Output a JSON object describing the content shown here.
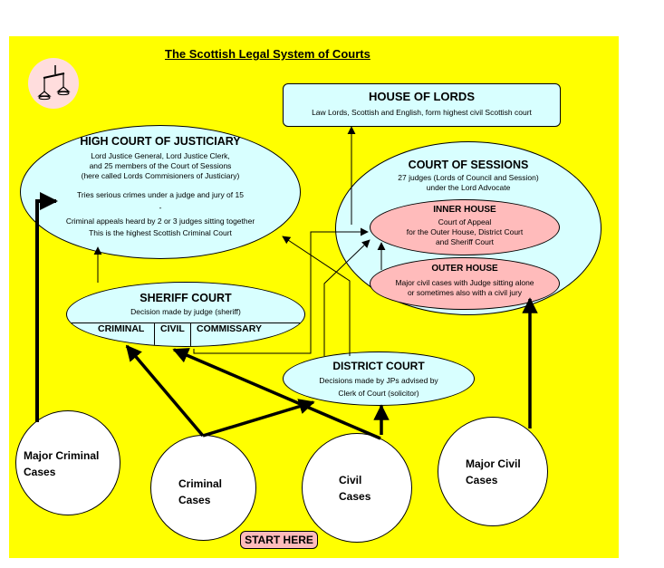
{
  "title": "The Scottish Legal System of Courts",
  "logo": {
    "icon": "scales-of-justice-icon"
  },
  "colors": {
    "background": "#ffff00",
    "court_fill": "#d8ffff",
    "house_fill": "#ffbbbb",
    "case_fill": "#ffffff",
    "logo_fill": "#ffdddd"
  },
  "house_of_lords": {
    "name": "HOUSE OF LORDS",
    "desc": "Law Lords, Scottish and English, form highest civil Scottish court"
  },
  "high_court": {
    "name": "HIGH COURT OF JUSTICIARY",
    "lines": [
      "Lord Justice General, Lord Justice Clerk,",
      "and 25 members of the Court of Sessions",
      "(here called Lords Commisioners of Justiciary)"
    ],
    "trial": "Tries serious crimes under a judge and jury of 15",
    "sep": "-",
    "appeals": [
      "Criminal appeals heard by 2 or 3 judges sitting together",
      "This is the highest Scottish Criminal Court"
    ]
  },
  "court_of_sessions": {
    "name": "COURT OF SESSIONS",
    "lines": [
      "27 judges (Lords of Council and Session)",
      "under the Lord Advocate"
    ],
    "inner_house": {
      "name": "INNER HOUSE",
      "lines": [
        "Court of Appeal",
        "for the Outer House, District Court",
        "and Sheriff Court"
      ]
    },
    "outer_house": {
      "name": "OUTER HOUSE",
      "lines": [
        "Major civil cases with Judge sitting alone",
        "or sometimes also with a civil jury"
      ]
    }
  },
  "sheriff_court": {
    "name": "SHERIFF COURT",
    "desc": "Decision made by judge (sheriff)",
    "divisions": [
      "CRIMINAL",
      "CIVIL",
      "COMMISSARY"
    ]
  },
  "district_court": {
    "name": "DISTRICT COURT",
    "lines": [
      "Decisions made by JPs advised by",
      "Clerk of Court (solicitor)"
    ]
  },
  "cases": [
    {
      "lines": [
        "Major Criminal",
        "Cases"
      ]
    },
    {
      "lines": [
        "Criminal",
        "Cases"
      ]
    },
    {
      "lines": [
        "Civil",
        "Cases"
      ]
    },
    {
      "lines": [
        "Major Civil",
        "Cases"
      ]
    }
  ],
  "start_button": "START HERE"
}
